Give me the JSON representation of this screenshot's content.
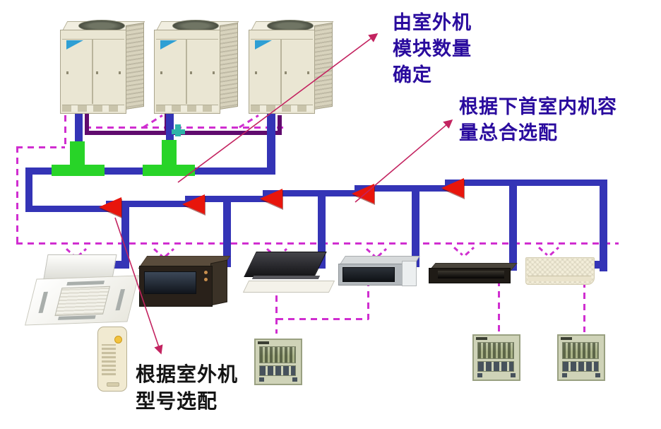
{
  "diagram": {
    "annotations": {
      "outdoor_modules": {
        "lines": [
          "由室外机",
          "模块数量",
          "确定"
        ],
        "color": "#2a0b9e"
      },
      "main_pipe": {
        "lines": [
          "根据下首室内机容",
          "量总合选配"
        ],
        "color": "#2a0b9e"
      },
      "branch_pipe": {
        "lines": [
          "根据室外机",
          "型号选配"
        ],
        "color": "#141414"
      }
    },
    "equipment_counts": {
      "outdoor_units": 3,
      "indoor_units": 6,
      "wired_controllers": 3,
      "wireless_controllers": 1,
      "branch_joints_green": 2,
      "flow_arrows": 5
    },
    "colors": {
      "refrigerant_pipe": "#3434b6",
      "outdoor_connection_pipe": "#600b6e",
      "branch_joint": "#28d428",
      "small_joint": "#2fb3a8",
      "control_wiring": "#d02ed0",
      "flow_arrow": "#e8150c",
      "callout_line": "#c32360"
    }
  }
}
